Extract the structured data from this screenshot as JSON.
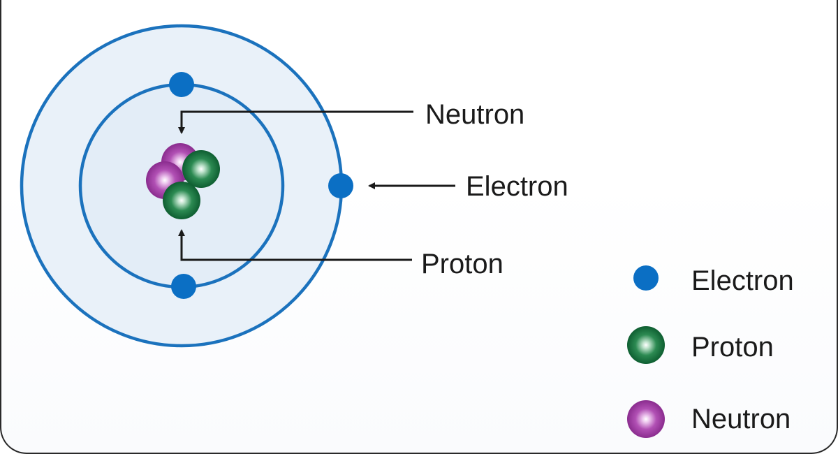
{
  "callouts": {
    "neutron": "Neutron",
    "electron": "Electron",
    "proton": "Proton"
  },
  "legend": [
    {
      "label": "Electron",
      "particle": "electron",
      "color": "#0b6fc4"
    },
    {
      "label": "Proton",
      "particle": "proton",
      "color": "#13703c"
    },
    {
      "label": "Neutron",
      "particle": "neutron",
      "color": "#9a3a9e"
    }
  ],
  "colors": {
    "orbit": "#1b72bd",
    "orbit_fill": "#e9f1f9",
    "electron": "#0b6fc4",
    "proton": "#13703c",
    "neutron": "#9a3a9e",
    "arrow": "#1a1a1a"
  }
}
